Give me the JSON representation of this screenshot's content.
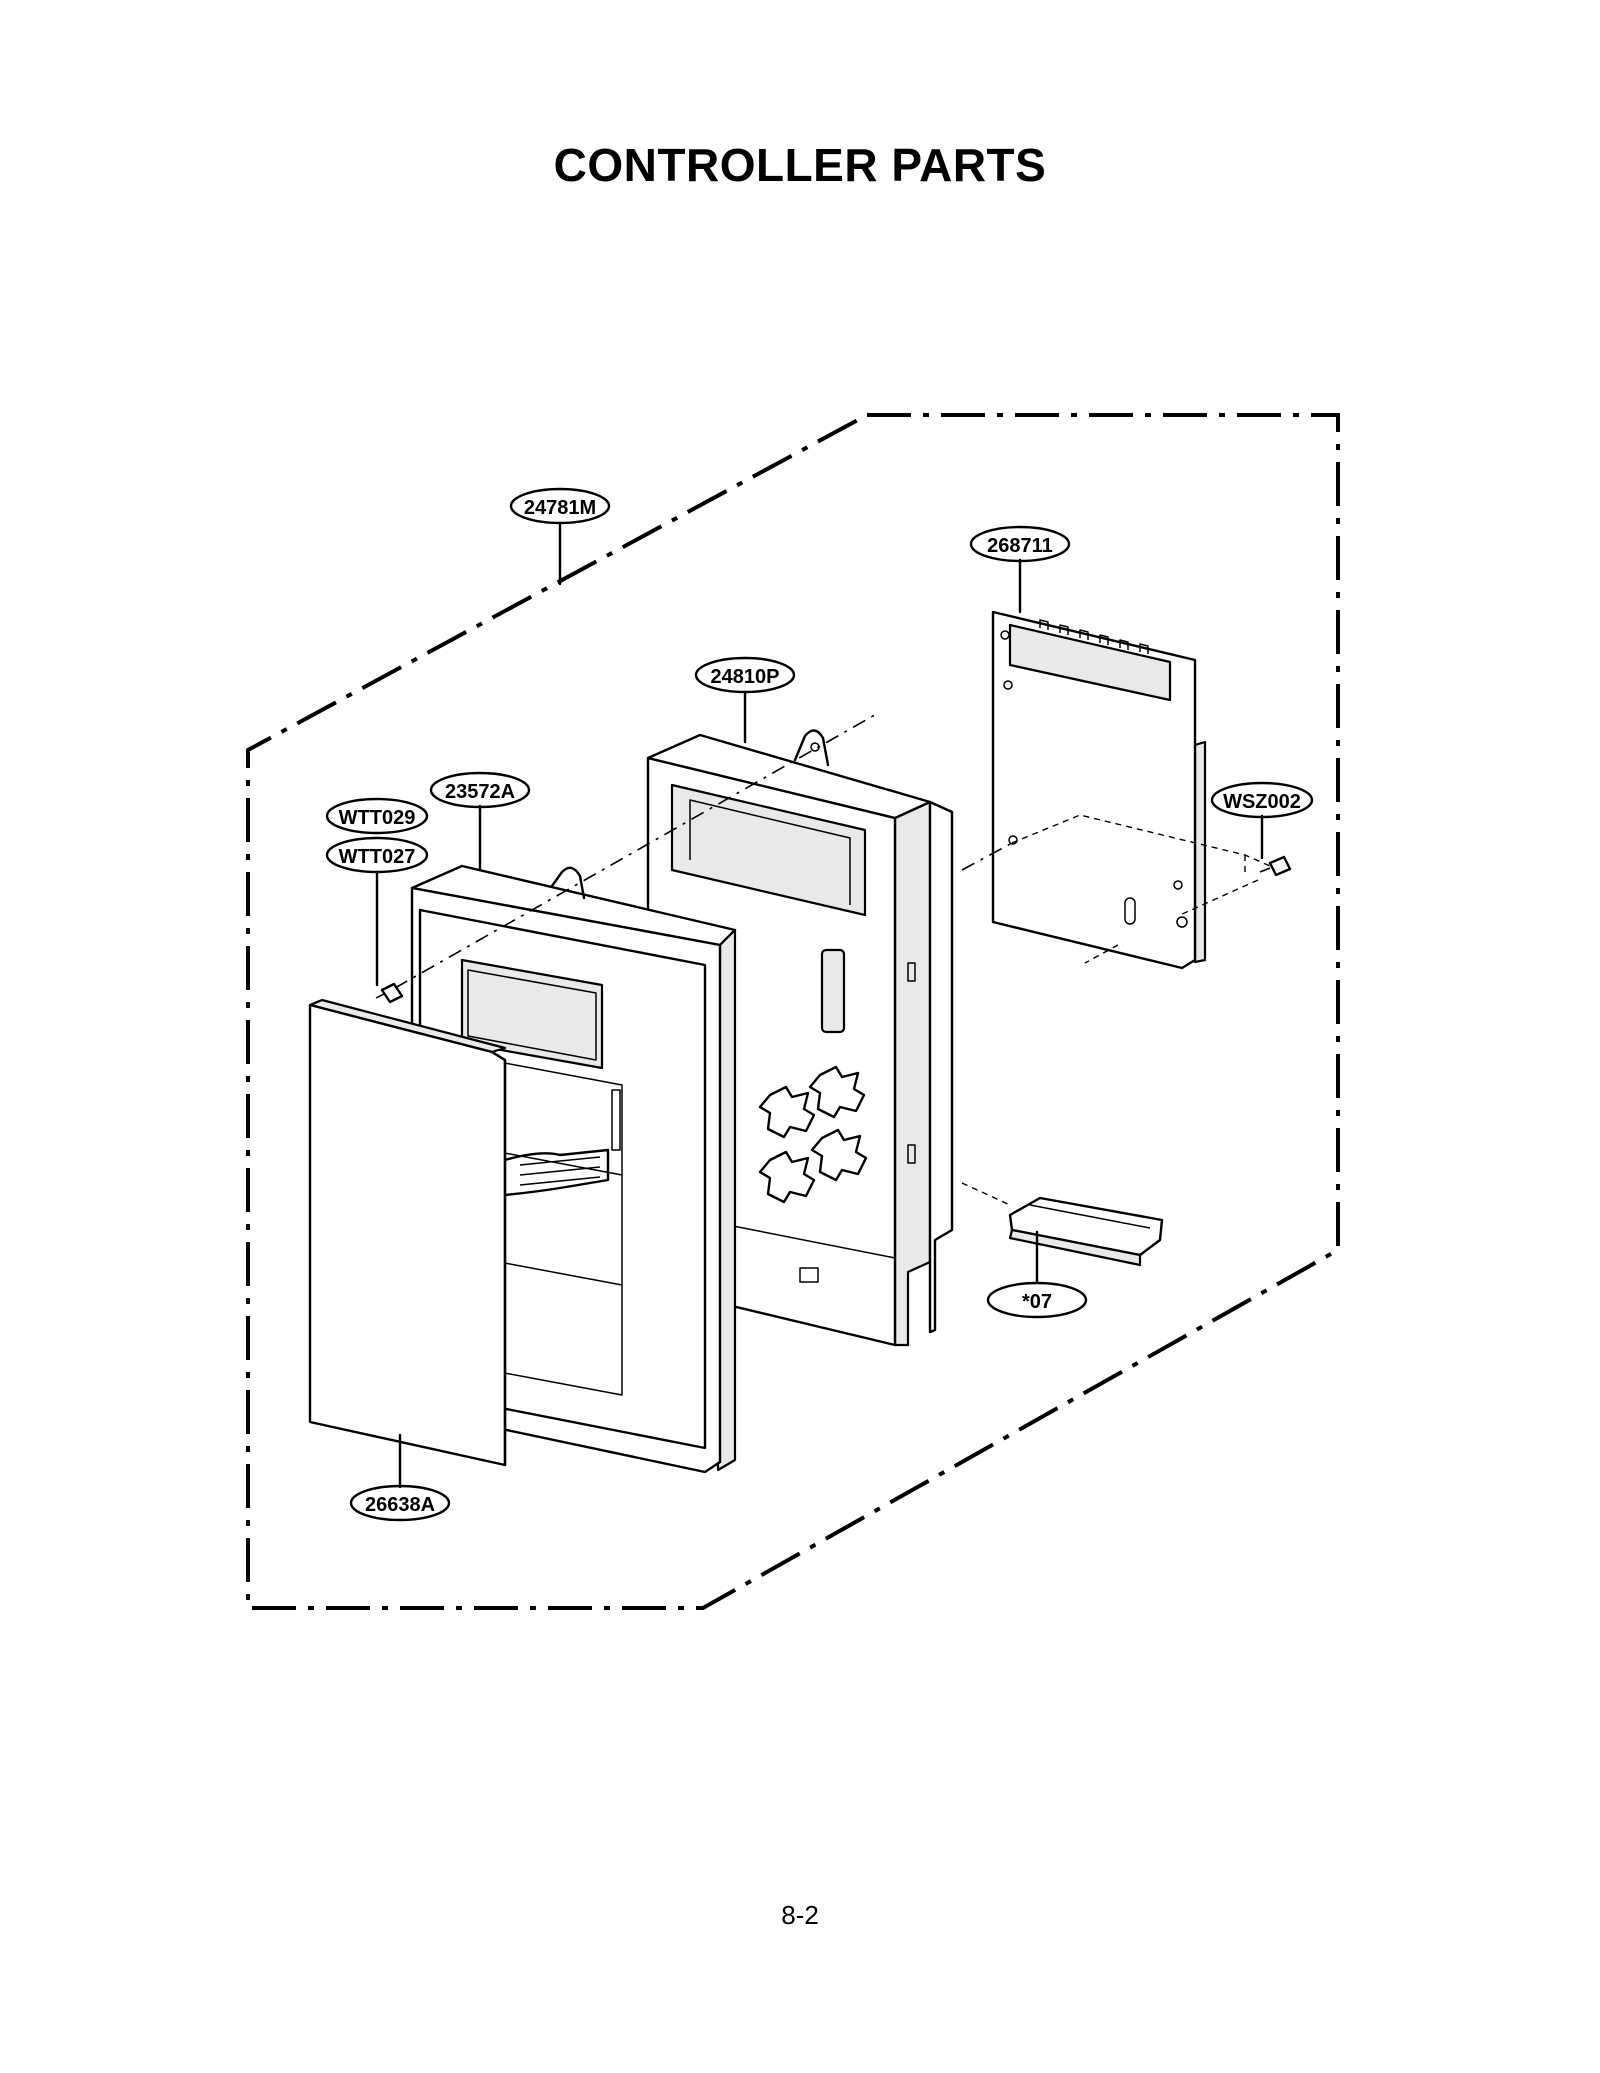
{
  "page": {
    "title": "CONTROLLER PARTS",
    "page_number": "8-2"
  },
  "callouts": {
    "assembly": "24781M",
    "pcb": "268711",
    "frame": "24810P",
    "panel": "23572A",
    "screw_a": "WTT029",
    "screw_b": "WTT027",
    "screw_pcb": "WSZ002",
    "sheet": "26638A",
    "harness": "*07"
  }
}
